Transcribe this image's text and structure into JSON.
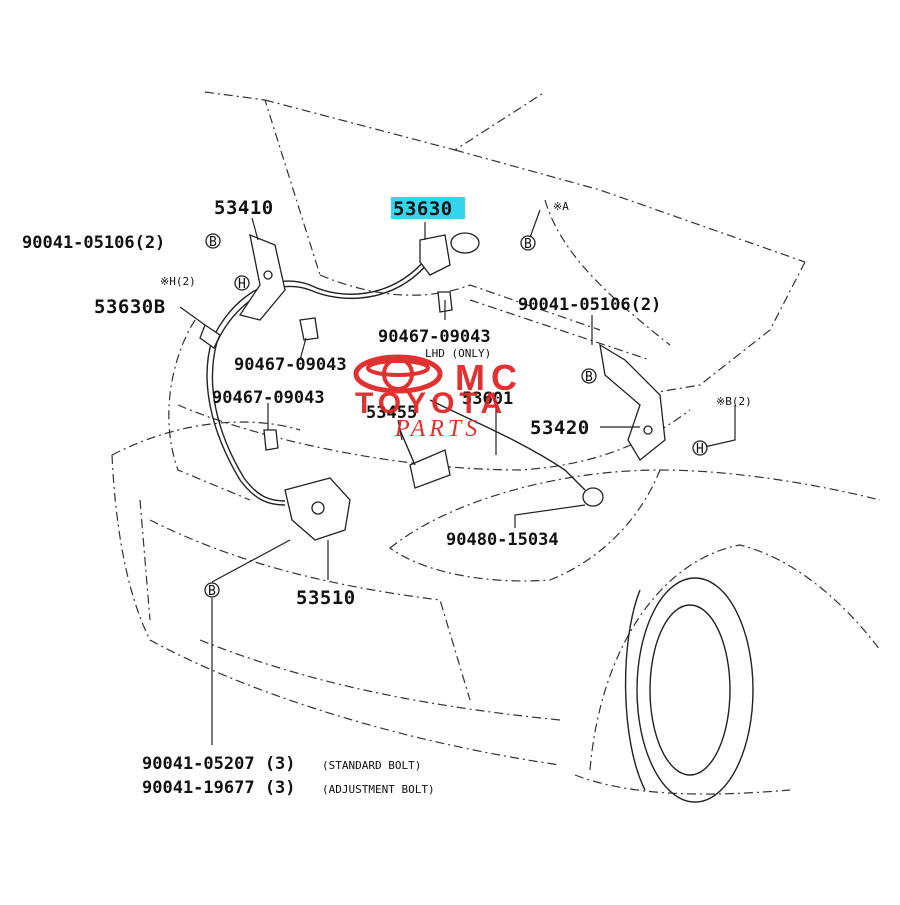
{
  "diagram": {
    "parts": {
      "hood_lock_control_cable": "53630",
      "hood_hinge_lh": "53410",
      "hood_hinge_rh": "53420",
      "cable_clamp": "53630B",
      "hood_lock": "53510",
      "hood_support_rod": "53455",
      "hood_lock_release_lever_label": "53601",
      "clip_1": "90467-09043",
      "clip_2": "90467-09043",
      "clip_3": "90467-09043",
      "bolt_hinge_left": "90041-05106(2)",
      "bolt_hinge_right": "90041-05106(2)",
      "grommet": "90480-15034",
      "bolt_standard": "90041-05207 (3)",
      "bolt_adjustment": "90041-19677 (3)"
    },
    "notes": {
      "standard_bolt": "(STANDARD BOLT)",
      "adjustment_bolt": "(ADJUSTMENT BOLT)",
      "lhd_only": "LHD (ONLY)",
      "note_a": "※A",
      "note_h2_left": "※H(2)",
      "note_b2_right": "※B(2)"
    },
    "markers": {
      "b": "B",
      "h": "H"
    },
    "watermark": {
      "line1": "MC",
      "line2": "TOYOTA",
      "line3": "PARTS"
    },
    "colors": {
      "highlight": "#33d6ee",
      "watermark_red": "#e02020",
      "ink": "#111111"
    }
  }
}
